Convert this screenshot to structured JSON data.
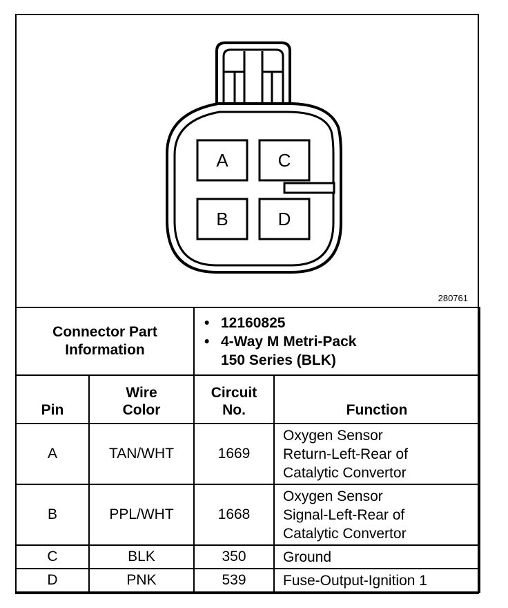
{
  "diagram": {
    "figure_id": "280761",
    "pins": {
      "A": "A",
      "B": "B",
      "C": "C",
      "D": "D"
    }
  },
  "connector_info": {
    "label_line1": "Connector Part",
    "label_line2": "Information",
    "part_number": "12160825",
    "desc_line1": "4-Way M Metri-Pack",
    "desc_line2": "150 Series (BLK)",
    "bullet": "•"
  },
  "headers": {
    "pin": "Pin",
    "wire_color_line1": "Wire",
    "wire_color_line2": "Color",
    "circuit_line1": "Circuit",
    "circuit_line2": "No.",
    "function": "Function"
  },
  "rows": [
    {
      "pin": "A",
      "wire": "TAN/WHT",
      "circuit": "1669",
      "f1": "Oxygen Sensor",
      "f2": "Return-Left-Rear of",
      "f3": "Catalytic Convertor"
    },
    {
      "pin": "B",
      "wire": "PPL/WHT",
      "circuit": "1668",
      "f1": "Oxygen Sensor",
      "f2": "Signal-Left-Rear of",
      "f3": "Catalytic Convertor"
    },
    {
      "pin": "C",
      "wire": "BLK",
      "circuit": "350",
      "f1": "Ground"
    },
    {
      "pin": "D",
      "wire": "PNK",
      "circuit": "539",
      "f1": "Fuse-Output-Ignition 1"
    }
  ]
}
